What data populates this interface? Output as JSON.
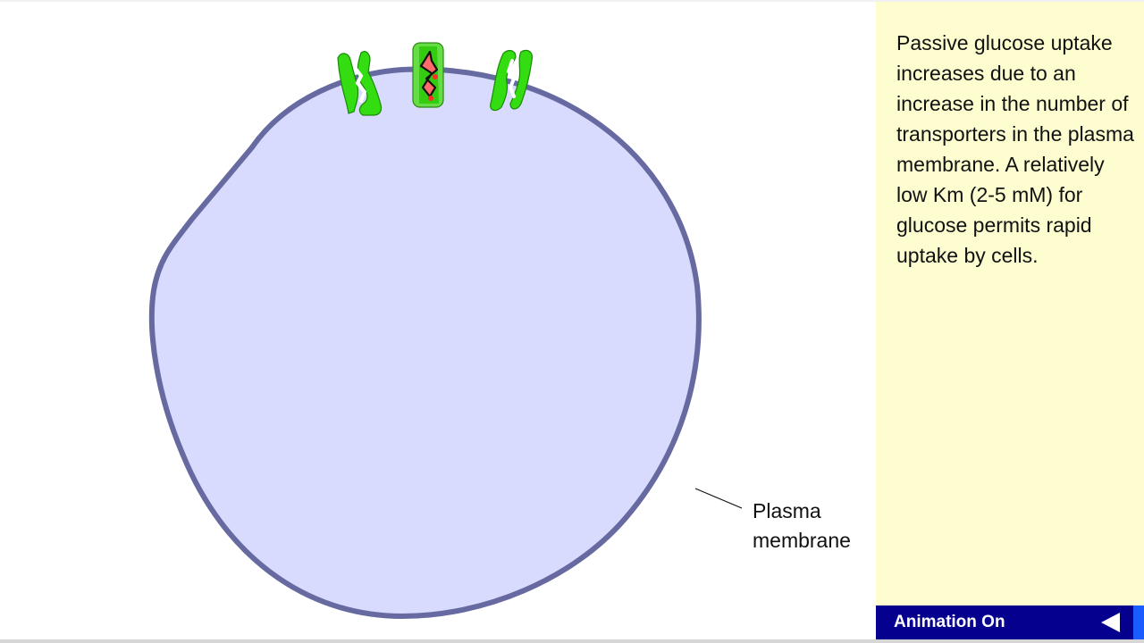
{
  "diagram": {
    "label_plasma_membrane": "Plasma\nmembrane",
    "colors": {
      "cell_fill": "#d8dbfd",
      "membrane": "#666aa0",
      "transporter": "#33dd11",
      "glucose": "#ff6b6b"
    },
    "transporters": [
      {
        "state": "open-outward",
        "icon": "glucose-transporter-icon"
      },
      {
        "state": "bound-glucose",
        "icon": "glucose-transporter-bound-icon"
      },
      {
        "state": "open-inward",
        "icon": "glucose-transporter-icon"
      }
    ]
  },
  "info_panel": {
    "text": "Passive glucose uptake\nincreases due to an\nincrease in the number of\ntransporters in the plasma\nmembrane. A relatively\nlow Km (2-5 mM) for\nglucose permits rapid\nuptake by cells.",
    "background": "#fdfdd0"
  },
  "controls": {
    "animation_label": "Animation On",
    "back_icon": "triangle-left-icon",
    "bar_color": "#06008f"
  }
}
